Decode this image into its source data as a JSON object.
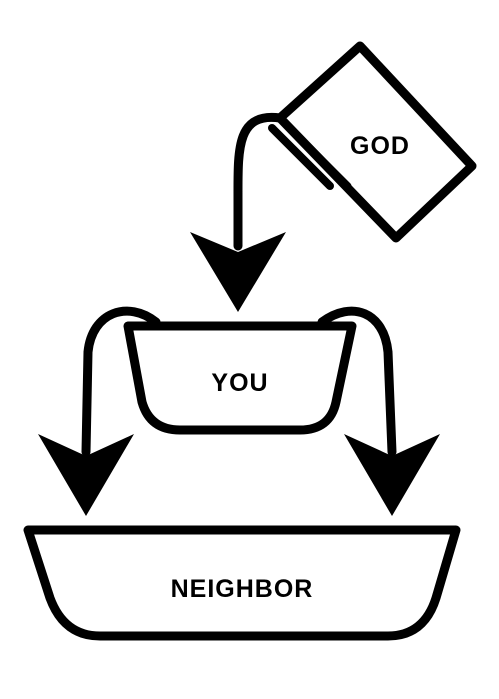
{
  "diagram": {
    "god_label": "GOD",
    "you_label": "YOU",
    "neighbor_label": "NEIGHBOR",
    "stroke_color": "#000000",
    "fill_color": "#ffffff"
  }
}
